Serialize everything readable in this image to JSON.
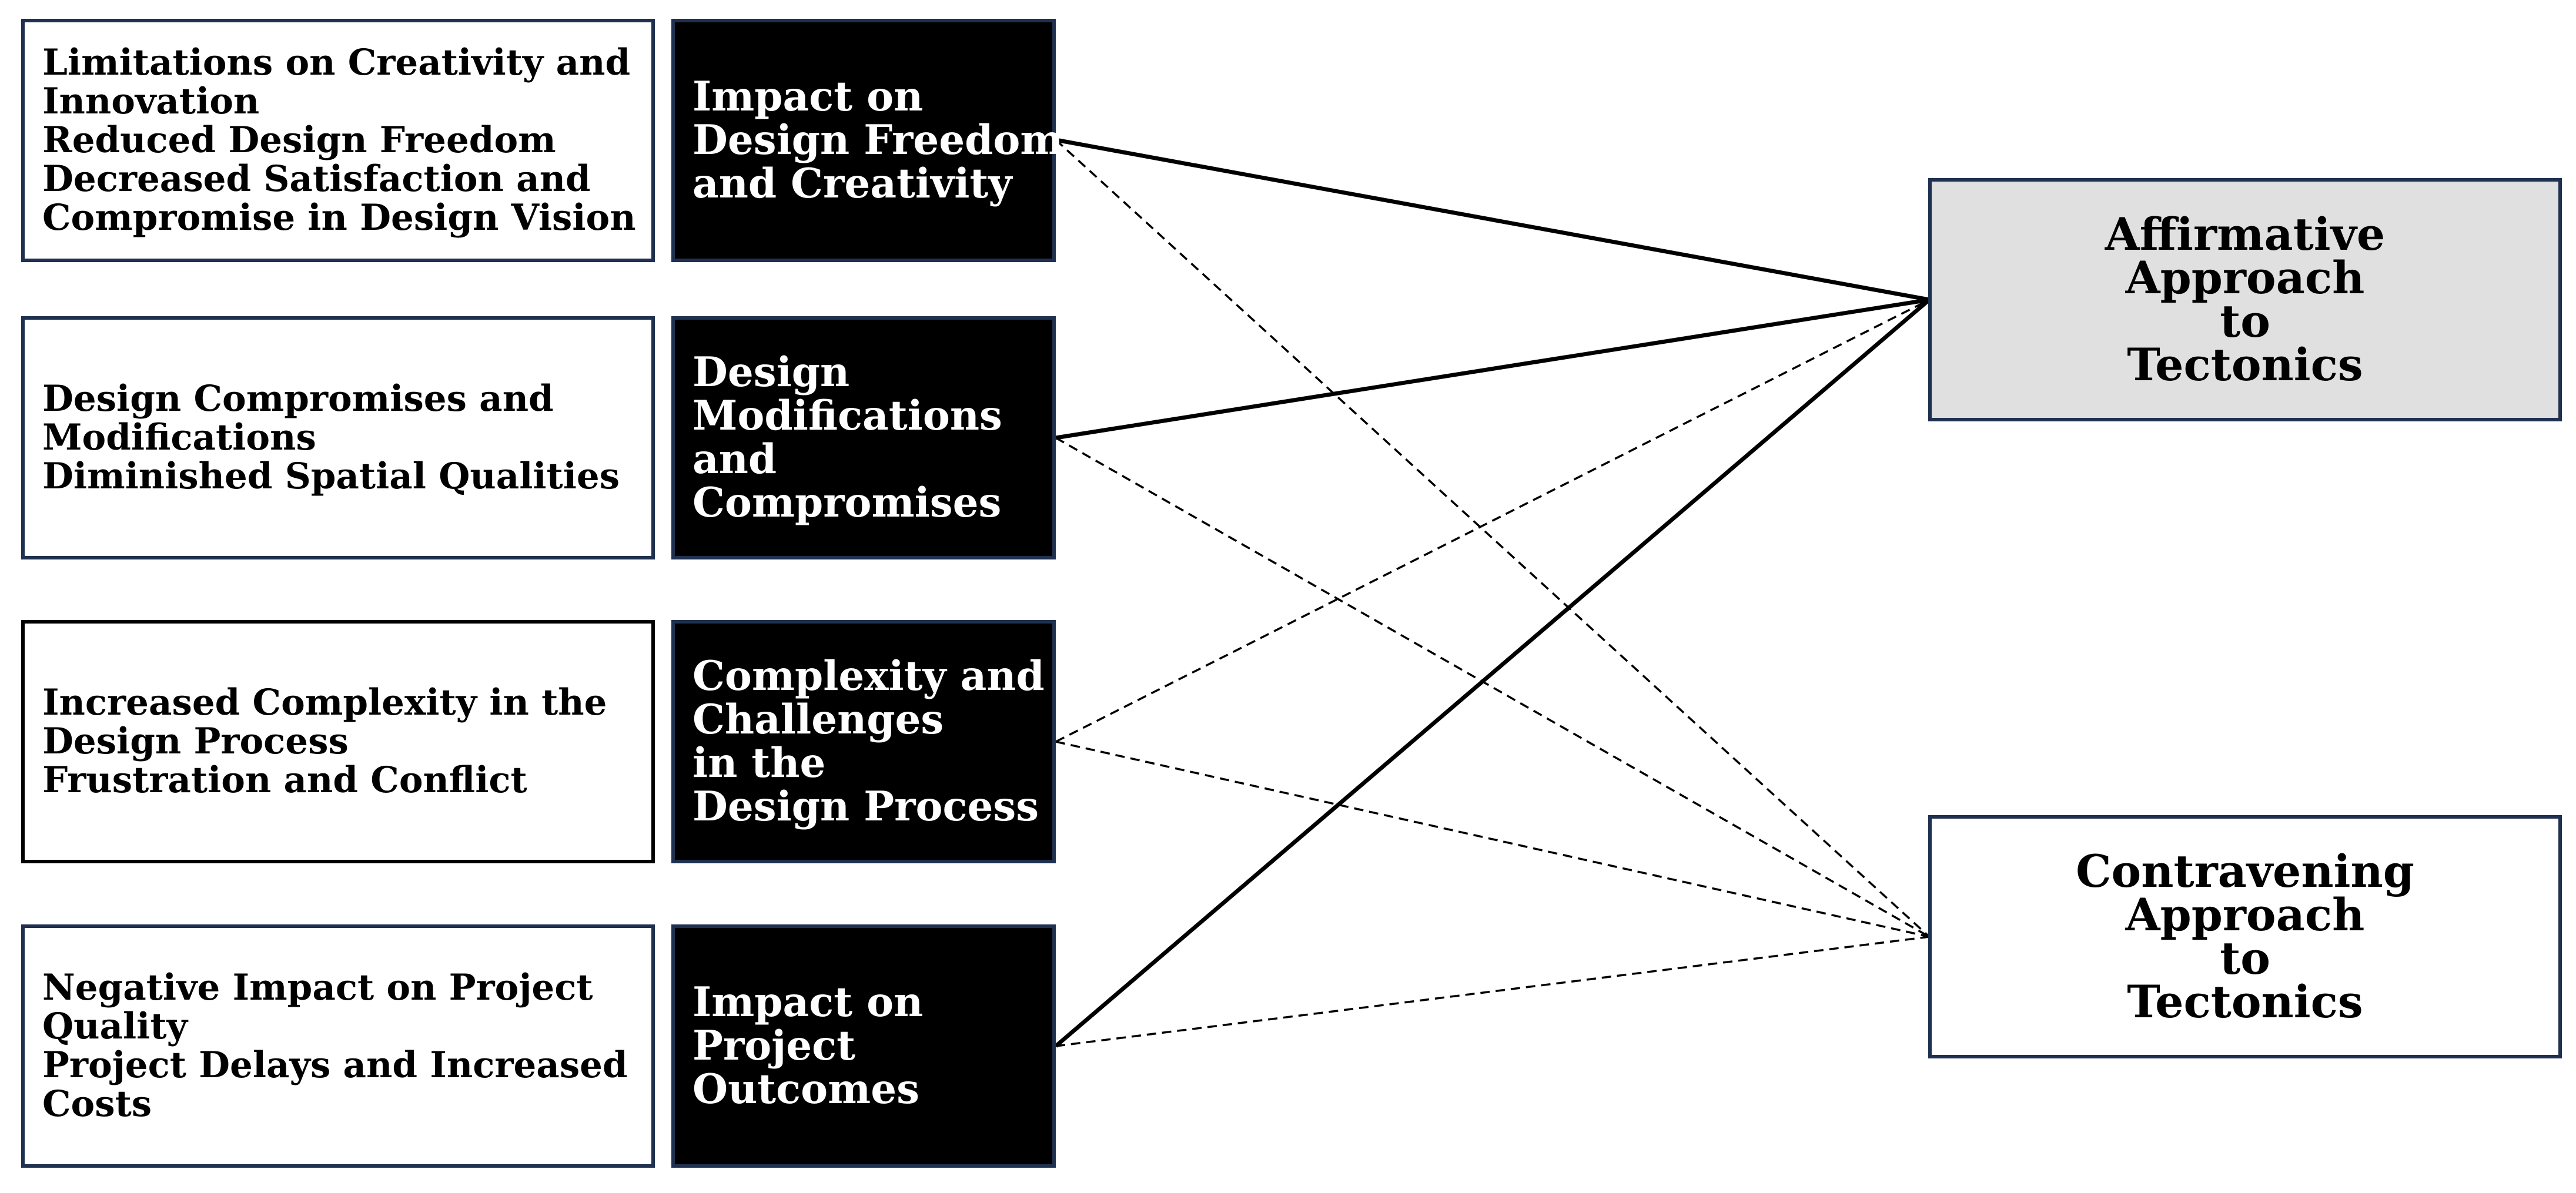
{
  "colors": {
    "theme_fill": "#000000",
    "theme_text": "#ffffff",
    "box_border": "#1f3050",
    "affirmative_fill": "#e0e0e0",
    "contravening_fill": "#ffffff",
    "line_color": "#000000"
  },
  "effects": [
    {
      "lines": [
        "Limitations on Creativity and",
        "Innovation",
        "Reduced Design Freedom",
        "Decreased Satisfaction and",
        "Compromise in Design Vision"
      ]
    },
    {
      "lines": [
        "Design Compromises and",
        "Modifications",
        "Diminished Spatial Qualities"
      ]
    },
    {
      "lines": [
        "Increased Complexity in the",
        "Design Process",
        "Frustration and Conflict"
      ]
    },
    {
      "lines": [
        "Negative Impact on Project",
        "Quality",
        "Project Delays and Increased",
        "Costs"
      ]
    }
  ],
  "themes": [
    {
      "lines": [
        "Impact on",
        "Design Freedom",
        "and Creativity"
      ]
    },
    {
      "lines": [
        "Design",
        "Modifications",
        "and",
        "Compromises"
      ]
    },
    {
      "lines": [
        "Complexity and",
        "Challenges",
        "in the",
        "Design Process"
      ]
    },
    {
      "lines": [
        "Impact on",
        "Project",
        "Outcomes"
      ]
    }
  ],
  "approaches": {
    "affirmative": {
      "lines": [
        "Affirmative",
        "Approach",
        "to",
        "Tectonics"
      ]
    },
    "contravening": {
      "lines": [
        "Contravening",
        "Approach",
        "to",
        "Tectonics"
      ]
    }
  },
  "connections": [
    {
      "from": "Impact on Design Freedom and Creativity",
      "to": "Affirmative Approach to Tectonics",
      "style": "solid"
    },
    {
      "from": "Impact on Design Freedom and Creativity",
      "to": "Contravening Approach to Tectonics",
      "style": "dashed"
    },
    {
      "from": "Design Modifications and Compromises",
      "to": "Affirmative Approach to Tectonics",
      "style": "solid"
    },
    {
      "from": "Design Modifications and Compromises",
      "to": "Contravening Approach to Tectonics",
      "style": "dashed"
    },
    {
      "from": "Complexity and Challenges in the Design Process",
      "to": "Affirmative Approach to Tectonics",
      "style": "dashed"
    },
    {
      "from": "Complexity and Challenges in the Design Process",
      "to": "Contravening Approach to Tectonics",
      "style": "dashed"
    },
    {
      "from": "Impact on Project Outcomes",
      "to": "Affirmative Approach to Tectonics",
      "style": "solid"
    },
    {
      "from": "Impact on Project Outcomes",
      "to": "Contravening Approach to Tectonics",
      "style": "dashed"
    }
  ]
}
